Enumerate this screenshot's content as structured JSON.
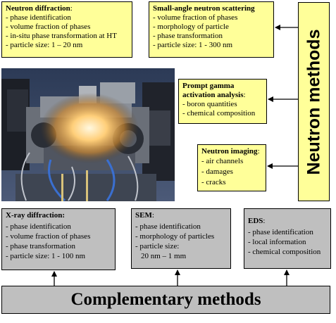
{
  "neutron_diffraction": {
    "title": "Neutron diffraction",
    "suffix": ":",
    "items": [
      "- phase identification",
      "- volume fraction of phases",
      "- in-situ phase transformation at HT",
      "- particle size: 1 – 20 nm"
    ]
  },
  "sans": {
    "title": "Small-angle neutron scattering",
    "items": [
      "- volume fraction of phases",
      "- morphology of particle",
      "- phase transformation",
      "- particle size: 1 - 300 nm"
    ]
  },
  "pgaa": {
    "title_line1": "Prompt gamma",
    "title_line2": "activation analysis",
    "suffix": ":",
    "items": [
      "- boron quantities",
      "- chemical composition"
    ]
  },
  "neutron_imaging": {
    "title": "Neutron imaging",
    "suffix": ":",
    "items": [
      "- air channels",
      "- damages",
      "- cracks"
    ]
  },
  "neutron_methods": {
    "label": "Neutron methods"
  },
  "xrd": {
    "title": "X-ray diffraction:",
    "items": [
      "- phase identification",
      "- volume fraction of phases",
      "- phase transformation",
      "- particle size: 1 - 100 nm"
    ]
  },
  "sem": {
    "title": "SEM",
    "suffix": ":",
    "items": [
      "- phase identification",
      "- morphology of particles",
      "- particle size:",
      "20 nm – 1 mm"
    ]
  },
  "eds": {
    "title": "EDS",
    "suffix": ":",
    "items": [
      "- phase identification",
      "- local information",
      "- chemical composition"
    ]
  },
  "complementary_methods": {
    "label": "Complementary methods"
  },
  "colors": {
    "neutron_box": "#ffff99",
    "complementary_box": "#bfbfbf"
  }
}
